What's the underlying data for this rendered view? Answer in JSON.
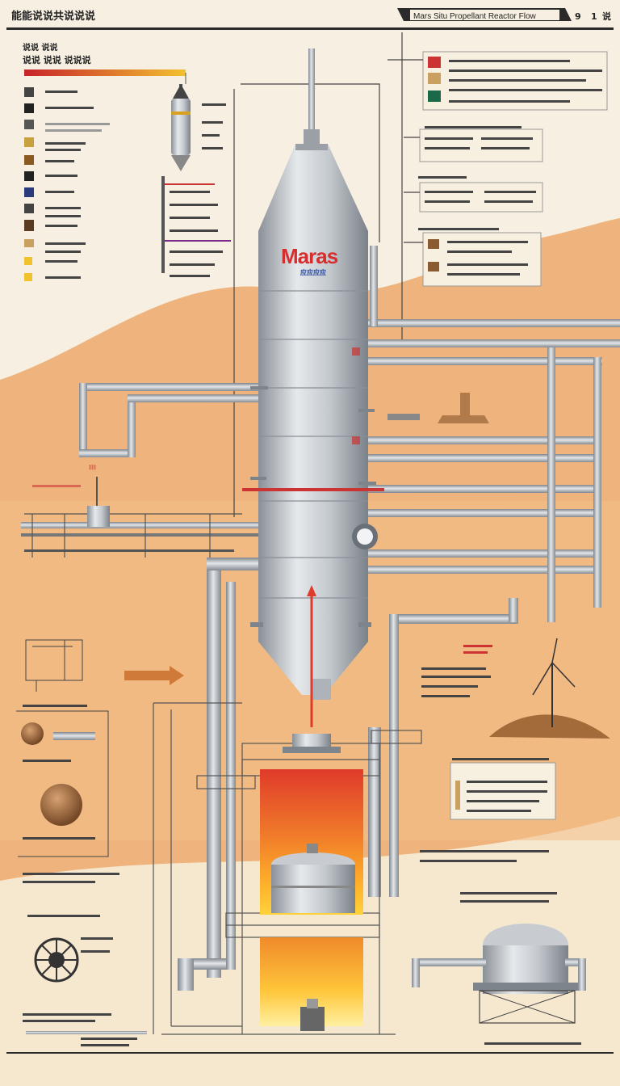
{
  "header": {
    "left_title": "能能说说共说说说",
    "right_title": "Mars Situ Propellant Reactor Flow",
    "page_marks": [
      "9",
      "1",
      "说"
    ]
  },
  "reactor": {
    "brand": "Maras",
    "subtitle": "应应应应"
  },
  "left_panel": {
    "heading_small": "说说 说说",
    "heading": "说说 说说 说说说"
  },
  "colors": {
    "background": "#f7f0e2",
    "sand": "#efb47d",
    "sand_light": "#f6cf9f",
    "steel": "#b9bec4",
    "steel_dark": "#7d848b",
    "brand_red": "#d62d2d",
    "brand_blue": "#2a4a9c",
    "flame_top": "#e03a2a",
    "flame_bottom": "#ffd23a",
    "header_bar": "#2b2b2b"
  },
  "icons": [
    "mars-globe-icon",
    "rocket-icon",
    "wind-turbine-icon",
    "arrow-right-icon",
    "rover-wheel-icon"
  ]
}
